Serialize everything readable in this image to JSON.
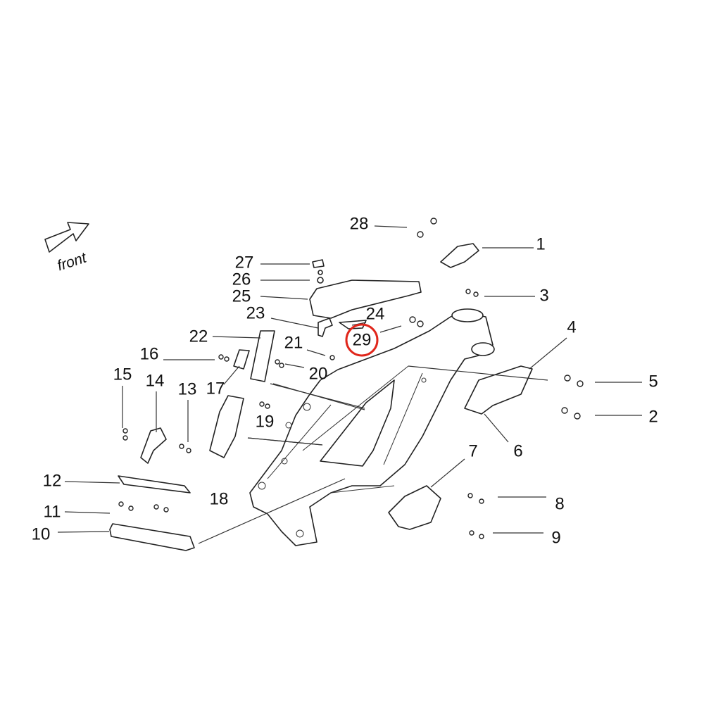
{
  "diagram": {
    "orientation_label": "front",
    "highlight_color": "#e0261b",
    "highlighted_callout": "29",
    "callouts": [
      "1",
      "2",
      "3",
      "4",
      "5",
      "6",
      "7",
      "8",
      "9",
      "10",
      "11",
      "12",
      "13",
      "14",
      "15",
      "16",
      "17",
      "18",
      "19",
      "20",
      "21",
      "22",
      "23",
      "24",
      "25",
      "26",
      "27",
      "28",
      "29"
    ]
  }
}
